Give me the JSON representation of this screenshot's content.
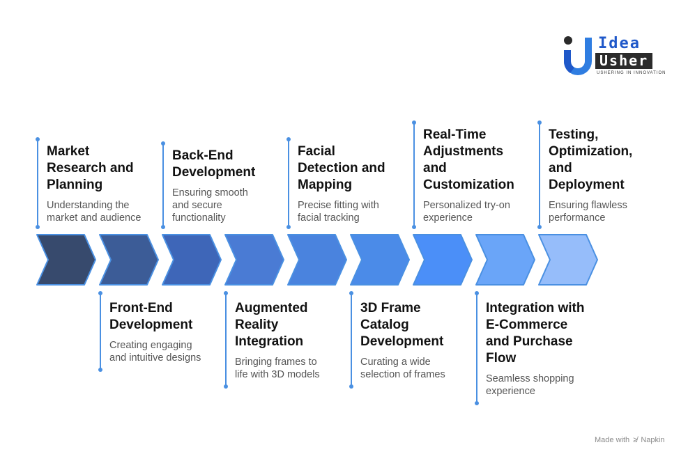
{
  "brand": {
    "name_top": "Idea",
    "name_bottom": "Usher",
    "tagline": "USHERING IN INNOVATION",
    "colors": {
      "blue": "#1f58c9",
      "dark": "#2b2b2b",
      "light_blue": "#2f7de1"
    }
  },
  "steps": [
    {
      "title": "Market\nResearch and\nPlanning",
      "desc": "Understanding the\nmarket and audience",
      "position": "above",
      "color": "#374a6d"
    },
    {
      "title": "Front-End\nDevelopment",
      "desc": "Creating engaging\nand intuitive designs",
      "position": "below",
      "color": "#3c5c97"
    },
    {
      "title": "Back-End\nDevelopment",
      "desc": "Ensuring smooth\nand secure\nfunctionality",
      "position": "above",
      "color": "#3e66b8"
    },
    {
      "title": "Augmented\nReality\nIntegration",
      "desc": "Bringing frames to\nlife with 3D models",
      "position": "below",
      "color": "#4a7bd4"
    },
    {
      "title": "Facial\nDetection and\nMapping",
      "desc": "Precise fitting with\nfacial tracking",
      "position": "above",
      "color": "#4a83de"
    },
    {
      "title": "3D Frame\nCatalog\nDevelopment",
      "desc": "Curating a wide\nselection of frames",
      "position": "below",
      "color": "#4b8be8"
    },
    {
      "title": "Real-Time\nAdjustments\nand\nCustomization",
      "desc": "Personalized try-on\nexperience",
      "position": "above",
      "color": "#4b8ff8"
    },
    {
      "title": "Integration with\nE-Commerce\nand Purchase\nFlow",
      "desc": "Seamless shopping\nexperience",
      "position": "below",
      "color": "#6aa5f8"
    },
    {
      "title": "Testing,\nOptimization,\nand\nDeployment",
      "desc": "Ensuring flawless\nperformance",
      "position": "above",
      "color": "#96bdfa"
    }
  ],
  "accent_color": "#4a90e2",
  "credit": {
    "prefix": "Made with",
    "brand": "Napkin"
  }
}
